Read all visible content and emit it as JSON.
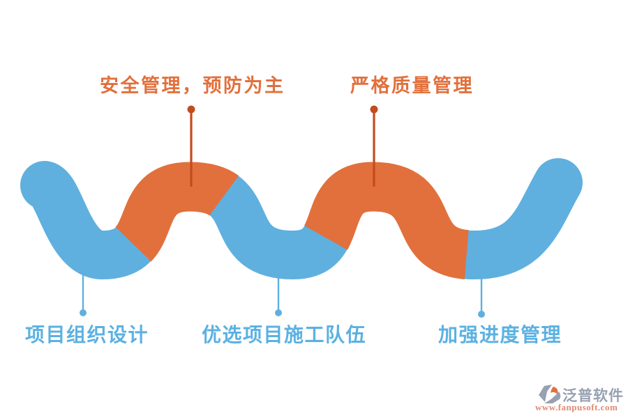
{
  "diagram": {
    "type": "process-wave",
    "steps_top": [
      {
        "label": "安全管理，预防为主",
        "color_role": "orange"
      },
      {
        "label": "严格质量管理",
        "color_role": "orange"
      }
    ],
    "steps_bottom": [
      {
        "label": "项目组织设计",
        "color_role": "blue"
      },
      {
        "label": "优选项目施工队伍",
        "color_role": "blue"
      },
      {
        "label": "加强进度管理",
        "color_role": "blue"
      }
    ]
  },
  "watermark": {
    "brand": "泛普软件",
    "url": "www.fanpusoft.com"
  },
  "colors": {
    "background": "#ffffff",
    "wave_blue": "#5fb0df",
    "wave_orange": "#e2703c",
    "callout_orange": "#c14d1e",
    "callout_blue": "#5fb0df",
    "label_orange": "#e2703c",
    "label_blue": "#5bb1e2",
    "logo_gray": "#97a1b1",
    "logo_url_color": "#e08a72"
  }
}
